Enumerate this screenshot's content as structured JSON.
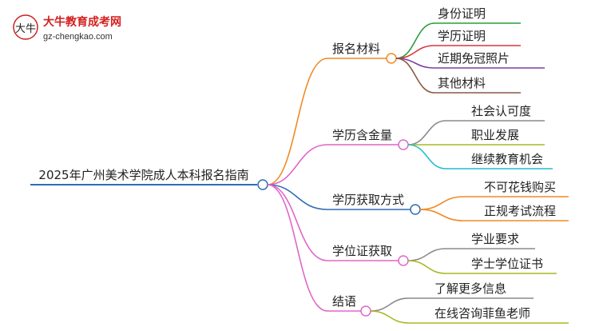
{
  "header": {
    "site_name": "大牛教育成考网",
    "site_url": "gz-chengkao.com",
    "logo_glyphs": "大牛"
  },
  "mindmap": {
    "root": "2025年广州美术学院成人本科报名指南",
    "branches": [
      {
        "label": "报名材料",
        "color": "#f08a24",
        "children": [
          {
            "label": "身份证明",
            "color": "#2a9d3a"
          },
          {
            "label": "学历证明",
            "color": "#d9363e"
          },
          {
            "label": "近期免冠照片",
            "color": "#7b3fa0"
          },
          {
            "label": "其他材料",
            "color": "#8a5a44"
          }
        ]
      },
      {
        "label": "学历含金量",
        "color": "#e066c8",
        "children": [
          {
            "label": "社会认可度",
            "color": "#8a8a8a"
          },
          {
            "label": "职业发展",
            "color": "#a8b820"
          },
          {
            "label": "继续教育机会",
            "color": "#27bcd0"
          }
        ]
      },
      {
        "label": "学历获取方式",
        "color": "#2e6db4",
        "children": [
          {
            "label": "不可花钱购买",
            "color": "#f08a24"
          },
          {
            "label": "正规考试流程",
            "color": "#f08a24"
          }
        ]
      },
      {
        "label": "学位证获取",
        "color": "#e066c8",
        "children": [
          {
            "label": "学业要求",
            "color": "#8a8a8a"
          },
          {
            "label": "学士学位证书",
            "color": "#a8b820"
          }
        ]
      },
      {
        "label": "结语",
        "color": "#e066c8",
        "children": [
          {
            "label": "了解更多信息",
            "color": "#8a8a8a"
          },
          {
            "label": "在线咨询菲鱼老师",
            "color": "#a8b820"
          }
        ]
      }
    ]
  }
}
